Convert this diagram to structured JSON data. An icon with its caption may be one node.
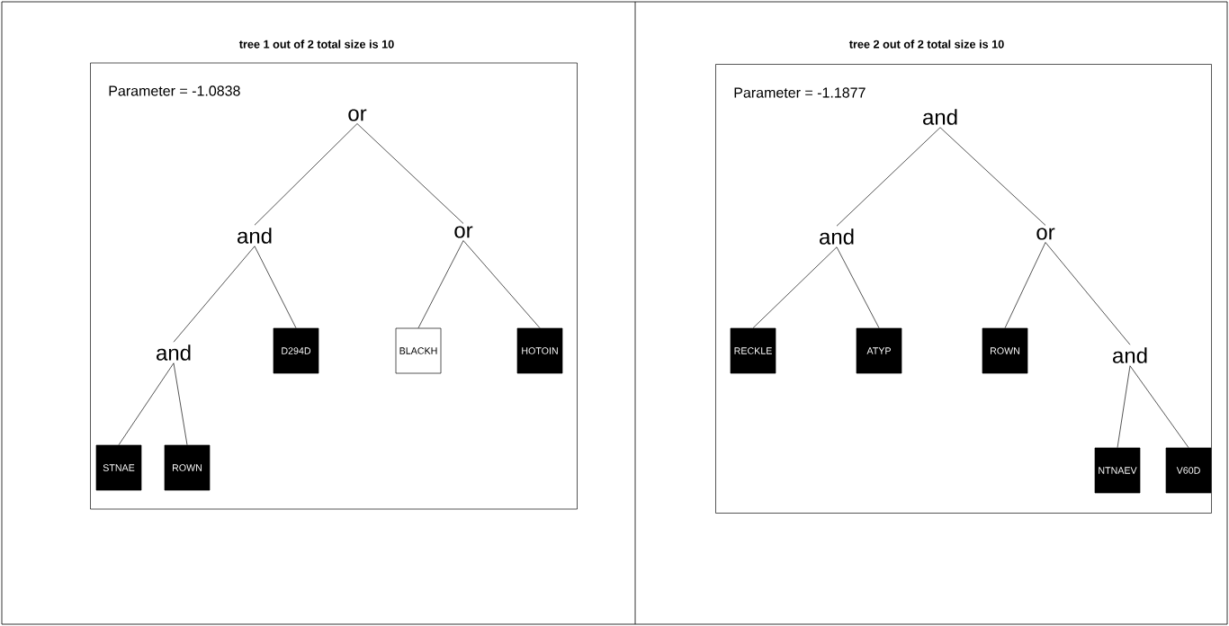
{
  "diagram": {
    "nodes": [
      {
        "text": [
          "tree 1 out of 2 total size is 10",
          "Parameter = -1.0838"
        ]
      },
      {
        "text": [
          "or"
        ],
        "in": 0
      },
      {
        "text": [
          "and"
        ],
        "in": 0
      },
      {
        "text": [
          "or"
        ],
        "in": 0
      },
      {
        "text": [
          "and"
        ],
        "in": 0
      },
      {
        "text": [
          "D294D"
        ],
        "in": 0
      },
      {
        "text": [
          "BLACKH"
        ],
        "in": 0
      },
      {
        "text": [
          "HOTOIN"
        ],
        "in": 0
      },
      {
        "text": [
          "STNAE"
        ],
        "in": 0
      },
      {
        "text": [
          "ROWN"
        ],
        "in": 0
      },
      {
        "text": [
          "tree 2 out of 2 total size is 10",
          "Parameter = -1.1877"
        ]
      },
      {
        "text": [
          "and"
        ],
        "in": 10
      },
      {
        "text": [
          "and"
        ],
        "in": 10
      },
      {
        "text": [
          "or"
        ],
        "in": 10
      },
      {
        "text": [
          "RECKLE"
        ],
        "in": 10
      },
      {
        "text": [
          "ATYP"
        ],
        "in": 10
      },
      {
        "text": [
          "ROWN"
        ],
        "in": 10
      },
      {
        "text": [
          "and"
        ],
        "in": 10
      },
      {
        "text": [
          "NTNAEV"
        ],
        "in": 10
      },
      {
        "text": [
          "V60D"
        ],
        "in": 10
      }
    ],
    "edges": [
      {
        "from": 1,
        "to": 2,
        "arrow": "none"
      },
      {
        "from": 1,
        "to": 3,
        "arrow": "none"
      },
      {
        "from": 2,
        "to": 4,
        "arrow": "none"
      },
      {
        "from": 2,
        "to": 5,
        "arrow": "none"
      },
      {
        "from": 3,
        "to": 6,
        "arrow": "none"
      },
      {
        "from": 3,
        "to": 7,
        "arrow": "none"
      },
      {
        "from": 4,
        "to": 8,
        "arrow": "none"
      },
      {
        "from": 4,
        "to": 9,
        "arrow": "none"
      },
      {
        "from": 11,
        "to": 12,
        "arrow": "none"
      },
      {
        "from": 11,
        "to": 13,
        "arrow": "none"
      },
      {
        "from": 12,
        "to": 14,
        "arrow": "none"
      },
      {
        "from": 12,
        "to": 15,
        "arrow": "none"
      },
      {
        "from": 13,
        "to": 16,
        "arrow": "none"
      },
      {
        "from": 13,
        "to": 17,
        "arrow": "none"
      },
      {
        "from": 17,
        "to": 18,
        "arrow": "none"
      },
      {
        "from": 17,
        "to": 19,
        "arrow": "none"
      }
    ]
  }
}
